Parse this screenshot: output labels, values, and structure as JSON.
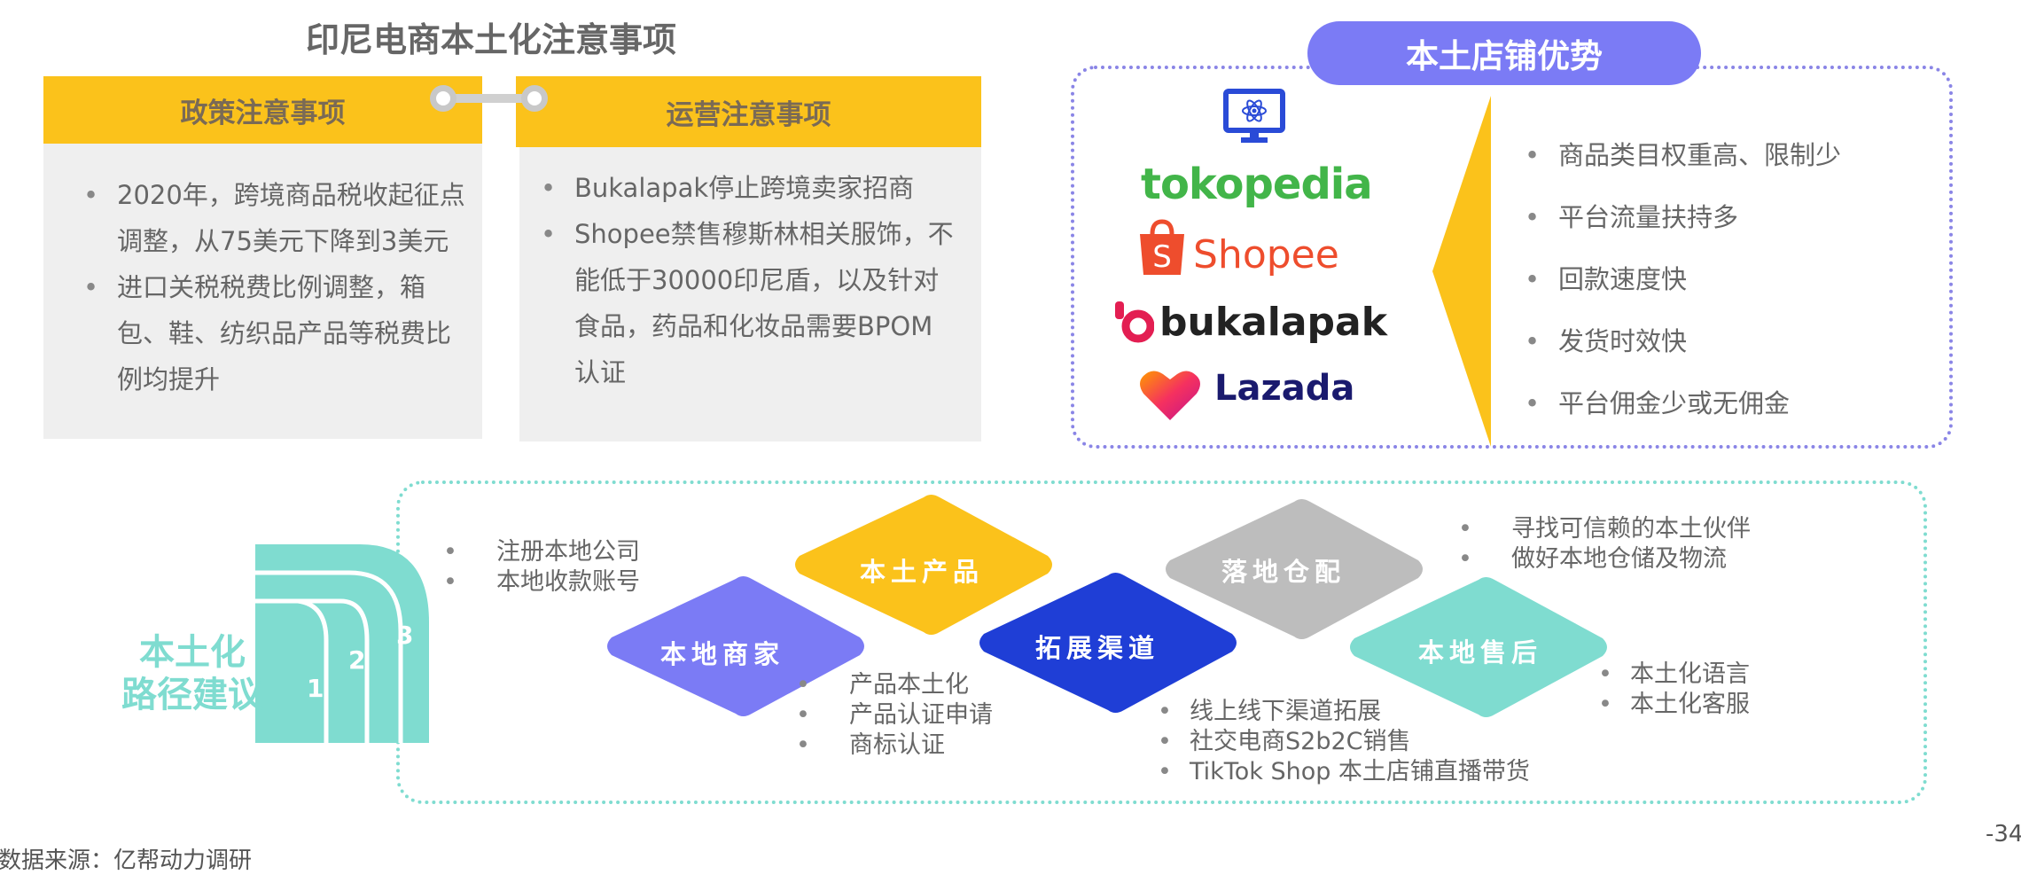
{
  "header": {
    "title": "印尼电商本土化注意事项"
  },
  "policy": {
    "heading": "政策注意事项",
    "items": [
      "2020年，跨境商品税收起征点调整，从75美元下降到3美元",
      "进口关税税费比例调整，箱包、鞋、纺织品产品等税费比例均提升"
    ]
  },
  "operation": {
    "heading": "运营注意事项",
    "items": [
      "Bukalapak停止跨境卖家招商",
      "Shopee禁售穆斯林相关服饰，不能低于30000印尼盾，以及针对食品，药品和化妆品需要BPOM认证"
    ]
  },
  "advantages": {
    "title": "本土店铺优势",
    "logos": [
      "tokopedia",
      "Shopee",
      "bukalapak",
      "Lazada"
    ],
    "items": [
      "商品类目权重高、限制少",
      "平台流量扶持多",
      "回款速度快",
      "发货时效快",
      "平台佣金少或无佣金"
    ]
  },
  "path": {
    "title_line1": "本土化",
    "title_line2": "路径建议",
    "step_numbers": [
      "1",
      "2",
      "3"
    ],
    "steps": {
      "merchant": {
        "label": "本地商家",
        "items": [
          "注册本地公司",
          "本地收款账号"
        ]
      },
      "product": {
        "label": "本土产品",
        "items": [
          "产品本土化",
          "产品认证申请",
          "商标认证"
        ]
      },
      "channel": {
        "label": "拓展渠道",
        "items": [
          "线上线下渠道拓展",
          "社交电商S2b2C销售",
          "TikTok Shop 本土店铺直播带货"
        ]
      },
      "warehouse": {
        "label": "落地仓配",
        "items": [
          "寻找可信赖的本土伙伴",
          "做好本地仓储及物流"
        ]
      },
      "aftersale": {
        "label": "本地售后",
        "items": [
          "本土化语言",
          "本土化客服"
        ]
      }
    }
  },
  "footer": {
    "page": "-34",
    "source": "数据来源：亿帮动力调研"
  },
  "colors": {
    "yellow": "#FBC21B",
    "purple": "#7b7bf5",
    "teal": "#7fdcd0",
    "blue": "#1f3ed6",
    "gray": "#bdbdbd"
  }
}
